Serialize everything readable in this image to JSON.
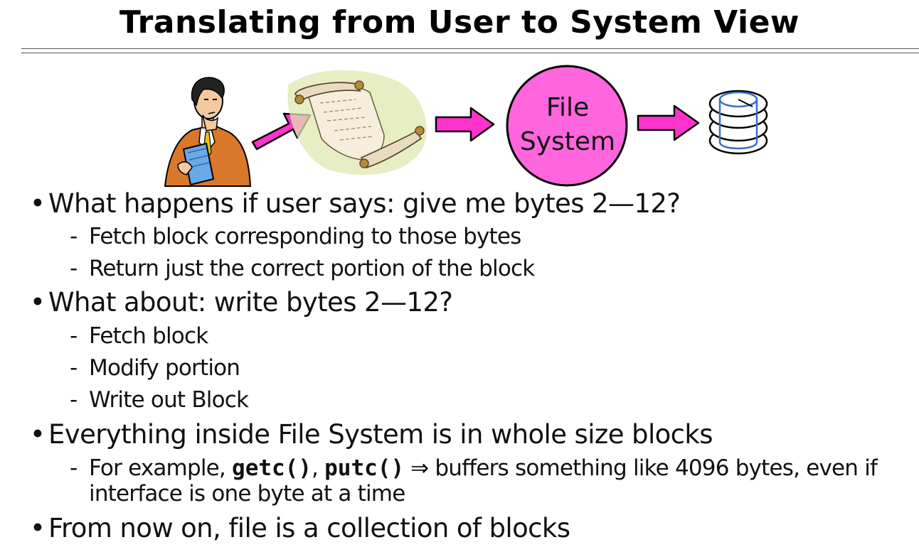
{
  "slide": {
    "title": "Translating from User to System View"
  },
  "diagram": {
    "icons": [
      "thinking-user-illustration",
      "scroll-document-illustration",
      "arrow-right-icon",
      "disk-platters-icon"
    ],
    "fs_line1": "File",
    "fs_line2": "System",
    "colors": {
      "arrow_fill": "#ff33cc",
      "circle_fill": "#ff66dd",
      "disk_stroke": "#3a6fc4"
    }
  },
  "bullets": [
    {
      "text": "What happens if user says: give me bytes 2—12?",
      "subs": [
        "Fetch block corresponding to those bytes",
        "Return just the correct portion of the block"
      ]
    },
    {
      "text": "What about: write bytes 2—12?",
      "subs": [
        "Fetch block",
        "Modify portion",
        "Write out Block"
      ]
    },
    {
      "text": "Everything inside File System is in whole size blocks",
      "example": {
        "prefix": "For example, ",
        "code1": "getc()",
        "sep": ", ",
        "code2": "putc()",
        "rest": " ⇒ buffers something like 4096 bytes, even if",
        "cont": "interface is one byte at a time"
      }
    },
    {
      "text": "From now on, file is a collection of blocks"
    }
  ],
  "marks": {
    "bullet": "•",
    "dash": "-"
  }
}
